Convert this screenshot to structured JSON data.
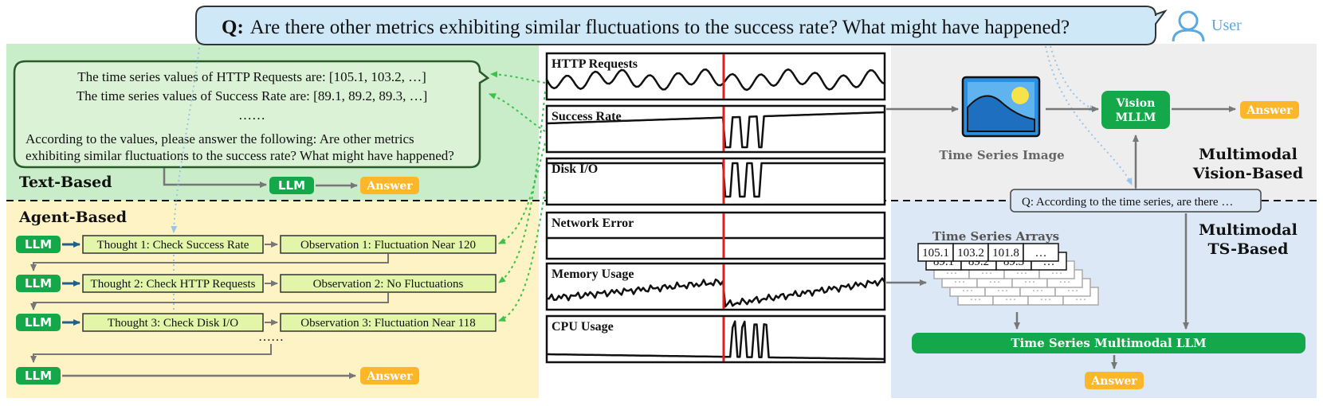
{
  "question": {
    "prefix": "Q:",
    "text": "Are there other metrics exhibiting similar fluctuations to the success rate? What might have happened?"
  },
  "user_label": "User",
  "text_based": {
    "section_label": "Text-Based",
    "prompt_lines": [
      "The time series values of HTTP Requests are: [105.1, 103.2, …]",
      "The time series values of Success Rate are: [89.1, 89.2, 89.3, …]",
      "……",
      "According to the values, please answer the following: Are other metrics",
      "exhibiting similar fluctuations to the success rate? What might have happened?"
    ],
    "llm_label": "LLM",
    "answer_label": "Answer"
  },
  "agent_based": {
    "section_label": "Agent-Based",
    "llm_label": "LLM",
    "rows": [
      {
        "thought": "Thought 1: Check Success Rate",
        "observation": "Observation 1: Fluctuation Near 120"
      },
      {
        "thought": "Thought 2: Check HTTP Requests",
        "observation": "Observation 2: No Fluctuations"
      },
      {
        "thought": "Thought 3: Check Disk I/O",
        "observation": "Observation 3: Fluctuation Near 118"
      }
    ],
    "ellipsis": "……",
    "answer_label": "Answer"
  },
  "metrics": [
    {
      "name": "HTTP Requests",
      "pattern": "wave"
    },
    {
      "name": "Success Rate",
      "pattern": "dips"
    },
    {
      "name": "Disk I/O",
      "pattern": "dips-short"
    },
    {
      "name": "Network Error",
      "pattern": "flat"
    },
    {
      "name": "Memory Usage",
      "pattern": "noisy-rise"
    },
    {
      "name": "CPU Usage",
      "pattern": "spikes"
    }
  ],
  "vision_based": {
    "image_caption": "Time Series Image",
    "model_line1": "Vision",
    "model_line2": "MLLM",
    "answer_label": "Answer",
    "section_line1": "Multimodal",
    "section_line2": "Vision-Based",
    "query": "Q: According to the time series, are there …"
  },
  "ts_based": {
    "section_line1": "Multimodal",
    "section_line2": "TS-Based",
    "arrays_title": "Time Series Arrays",
    "row1": [
      "105.1",
      "103.2",
      "101.8",
      "…"
    ],
    "row2": [
      "89.1",
      "89.2",
      "89.3",
      "…"
    ],
    "row_more": [
      "…",
      "…",
      "…",
      "…"
    ],
    "model_label": "Time Series Multimodal LLM",
    "answer_label": "Answer"
  },
  "colors": {
    "green_bg": "#c9ecc9",
    "yellow_bg": "#fdf3c4",
    "gray_bg": "#eeeeee",
    "blue_bg": "#dce8f5",
    "llm_green": "#14a84a",
    "answer_orange": "#fbb62a",
    "question_blue": "#cfe8f7",
    "dotted_green": "#3cc24a",
    "dotted_blue": "#9cc4e8",
    "marker_red": "#e02020",
    "user_blue": "#5ba9e0"
  }
}
